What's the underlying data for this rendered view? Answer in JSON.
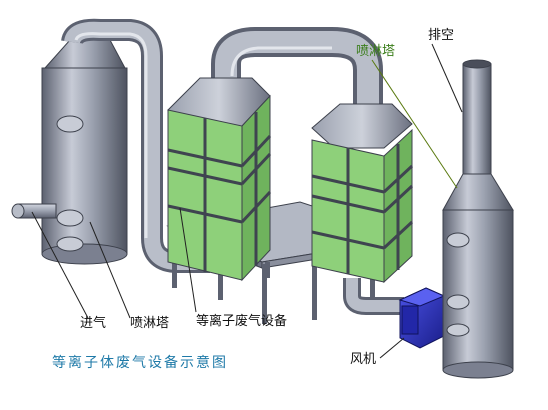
{
  "labels": {
    "spray_tower_top": "喷淋塔",
    "exhaust": "排空",
    "inlet": "进气",
    "spray_tower_bottom": "喷淋塔",
    "plasma_unit": "等离子废气设备",
    "fan": "风机"
  },
  "caption": "等离子体废气设备示意图",
  "colors": {
    "steel": "#8d93a3",
    "steel_dark": "#5c6170",
    "panel_green": "#a3d48c",
    "panel_frame": "#3f4450",
    "fan_blue": "#2a2fc8",
    "caption": "#1f7aa8",
    "leader_green": "#5a7a10"
  }
}
